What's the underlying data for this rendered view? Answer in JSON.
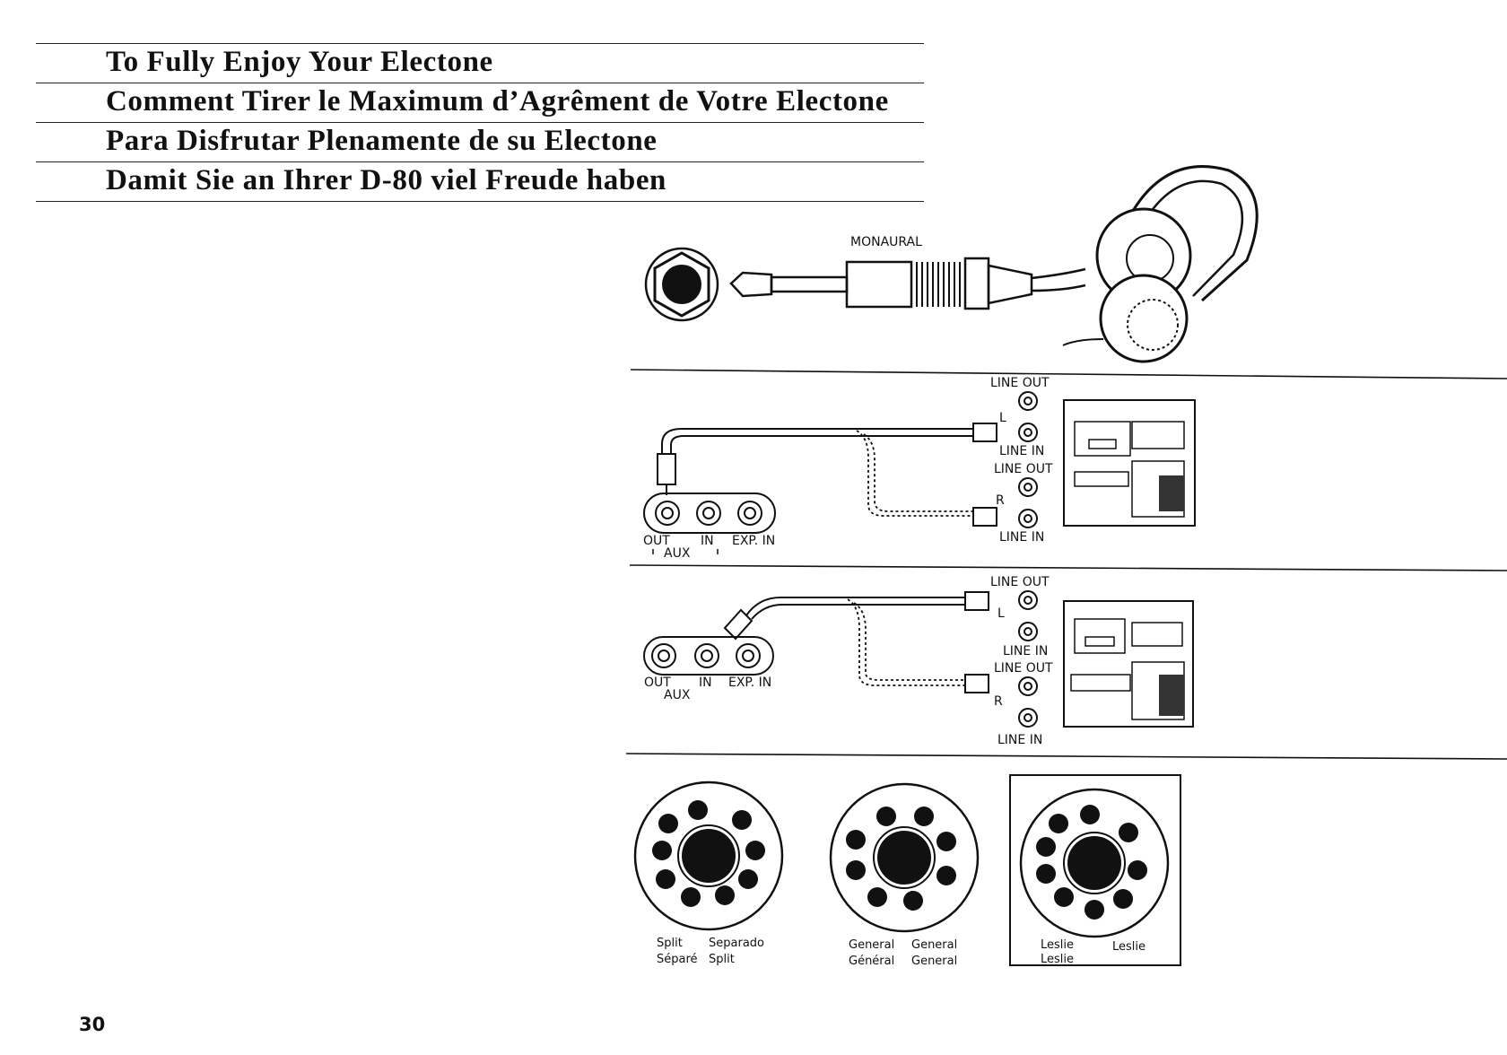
{
  "titles": [
    "To Fully Enjoy Your Electone",
    "Comment Tirer le Maximum d’Agrêment de Votre Electone",
    "Para Disfrutar Plenamente de su Electone",
    "Damit Sie an Ihrer D-80 viel  Freude haben"
  ],
  "headphones": {
    "label": "MONAURAL"
  },
  "recorder1": {
    "line_out_l": "LINE OUT",
    "l": "L",
    "line_in_l": "LINE IN",
    "line_out_r": "LINE OUT",
    "r": "R",
    "line_in_r": "LINE IN",
    "jack_out": "OUT",
    "jack_in": "IN",
    "jack_exp": "EXP. IN",
    "aux": "AUX"
  },
  "recorder2": {
    "line_out_l": "LINE OUT",
    "l": "L",
    "line_in_l": "LINE IN",
    "line_out_r": "LINE OUT",
    "r": "R",
    "line_in_r": "LINE IN",
    "jack_out": "OUT",
    "jack_in": "IN",
    "jack_exp": "EXP. IN",
    "aux": "AUX"
  },
  "connectors": [
    {
      "line1_a": "Split",
      "line1_b": "Separado",
      "line2_a": "Séparé",
      "line2_b": "Split"
    },
    {
      "line1_a": "General",
      "line1_b": "General",
      "line2_a": "Général",
      "line2_b": "General"
    },
    {
      "line1_a": "Leslie",
      "line1_b": "Leslie",
      "line2_a": "Leslie",
      "line2_b": ""
    }
  ],
  "page_number": "30"
}
